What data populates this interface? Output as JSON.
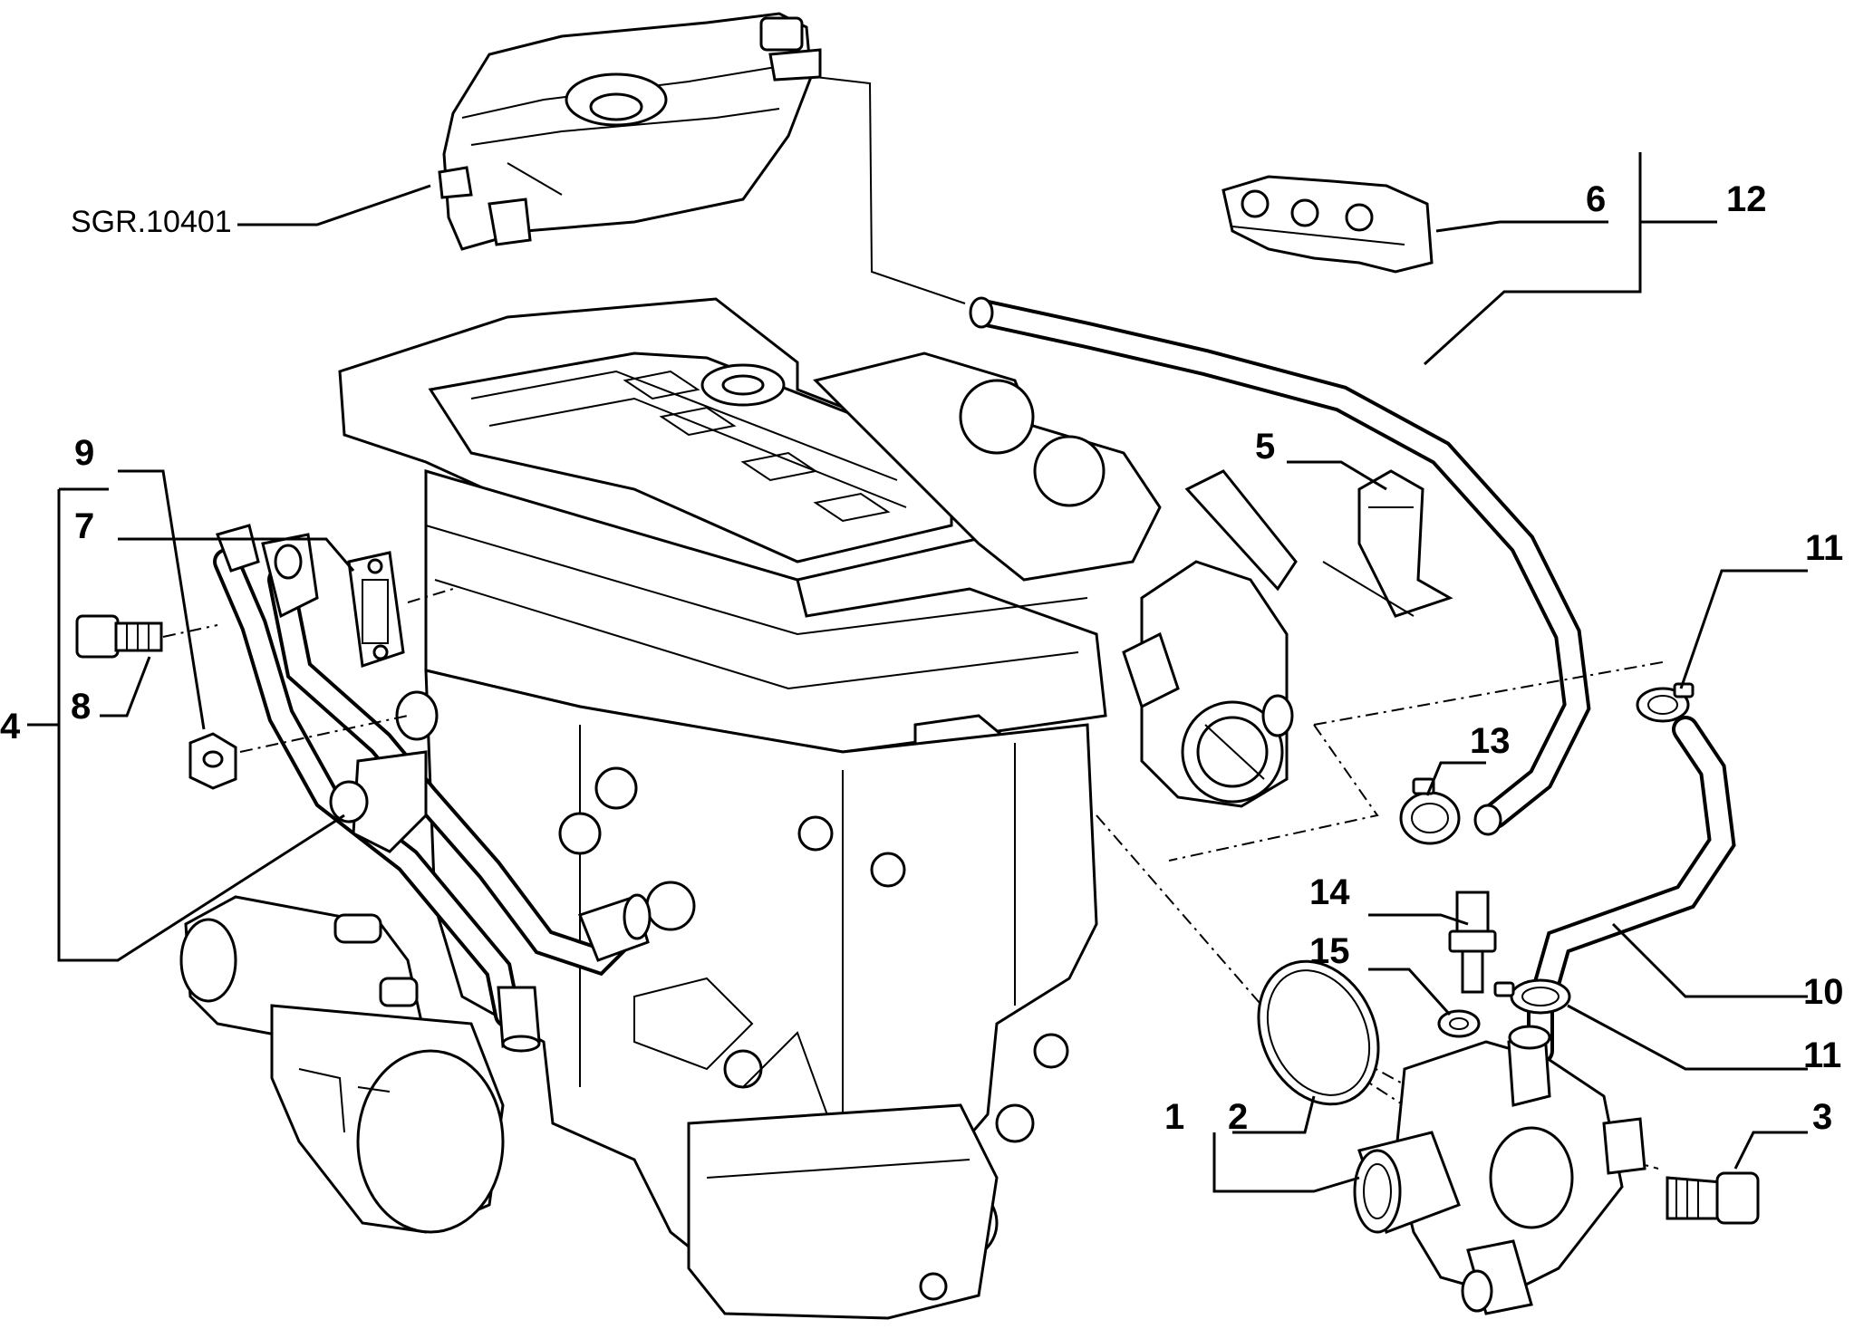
{
  "diagram": {
    "reference_label": "SGR.10401",
    "callouts": [
      "1",
      "2",
      "3",
      "4",
      "5",
      "6",
      "7",
      "8",
      "9",
      "10",
      "11",
      "11",
      "12",
      "13",
      "14",
      "15"
    ]
  }
}
